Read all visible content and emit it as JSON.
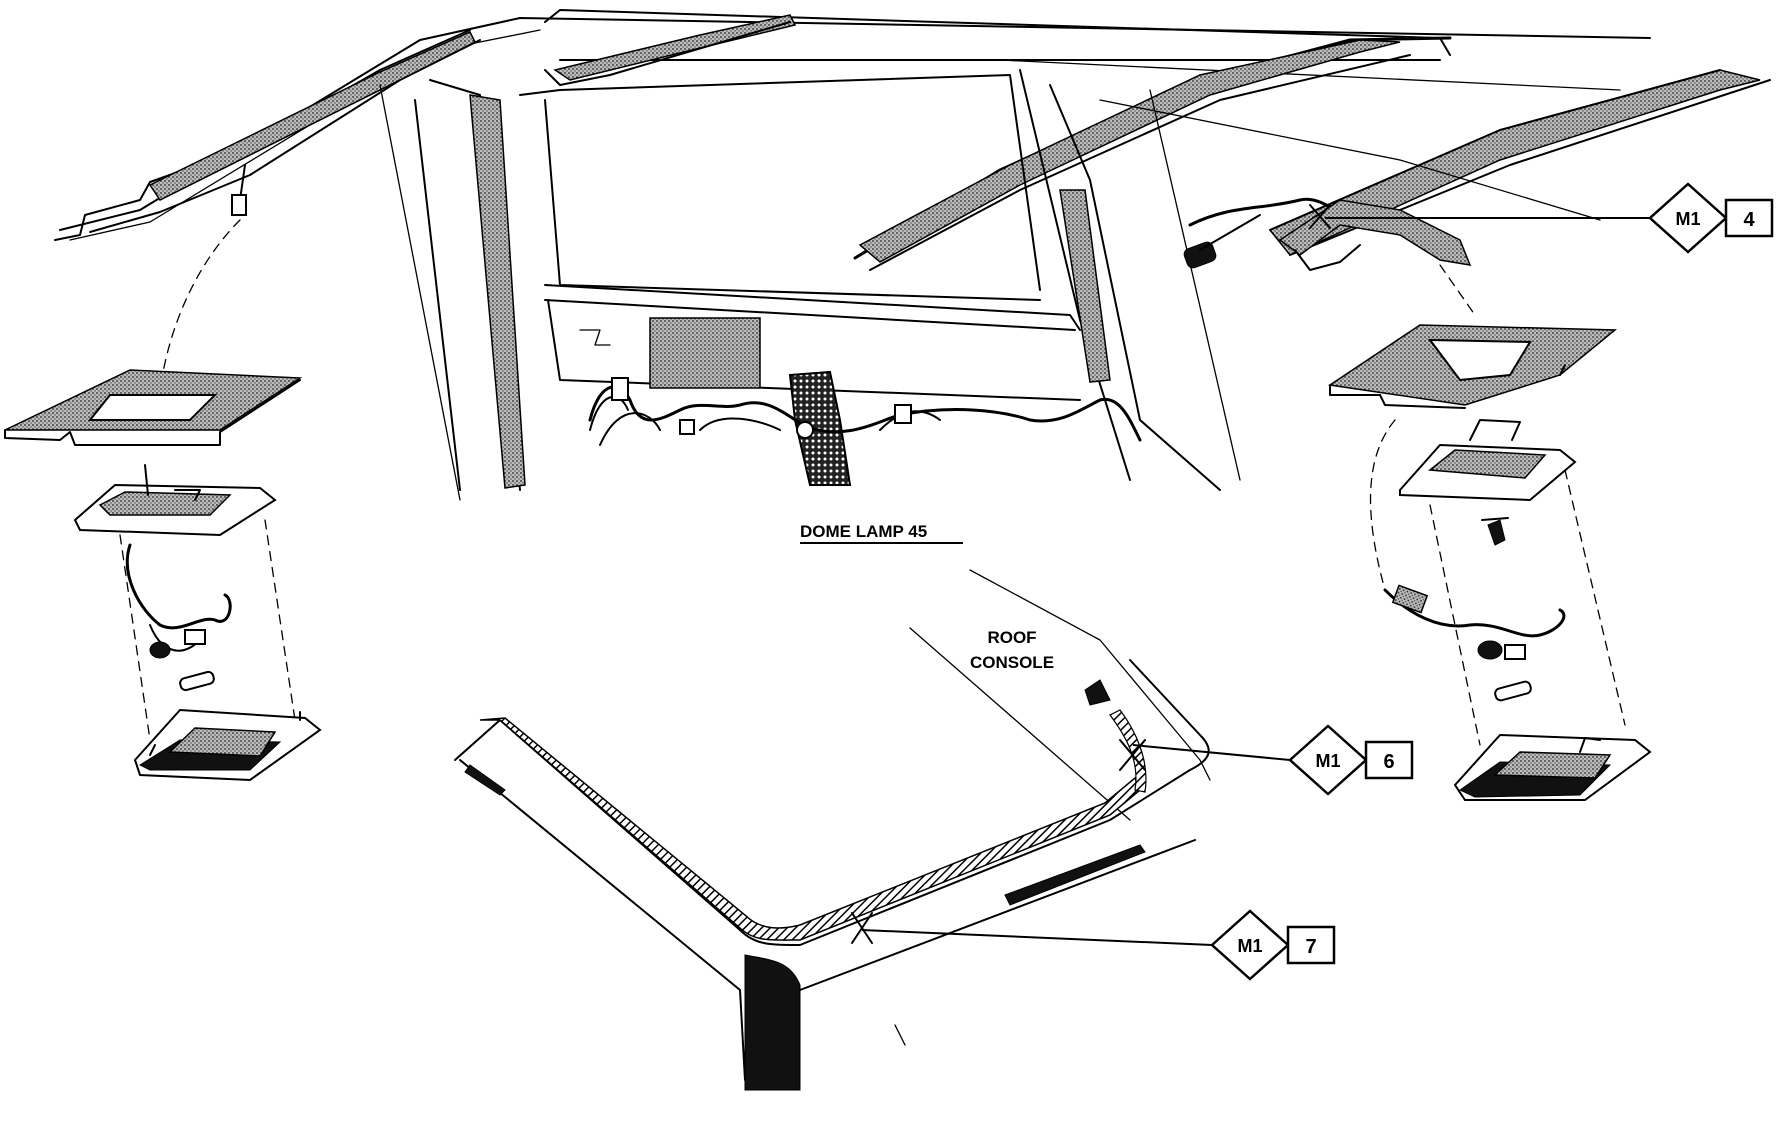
{
  "title": "DOME LAMP 45",
  "console_label": [
    "ROOF",
    "CONSOLE"
  ],
  "callouts": [
    {
      "code": "M1",
      "number": "4"
    },
    {
      "code": "M1",
      "number": "6"
    },
    {
      "code": "M1",
      "number": "7"
    }
  ]
}
